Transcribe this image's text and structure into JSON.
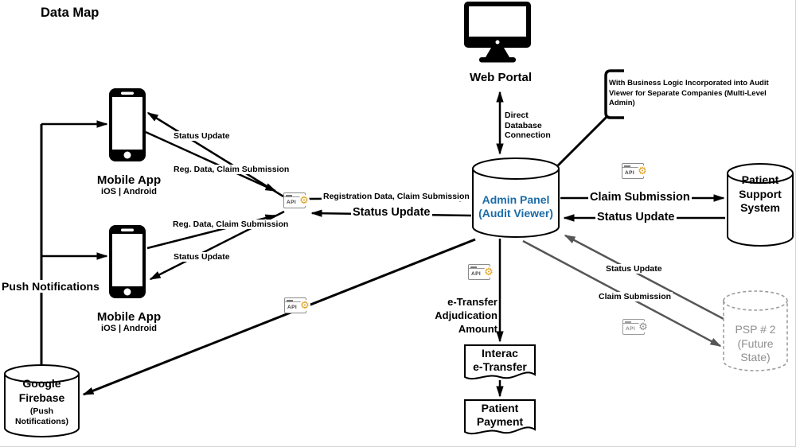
{
  "title": "Data Map",
  "colors": {
    "accent_blue": "#1b6ca8",
    "connector_black": "#000000",
    "connector_gray": "#565656",
    "future_gray": "#8f8f8f",
    "gear_orange": "#dfa022"
  },
  "icons": {
    "gear_glyph": "⚙"
  },
  "api_icon": {
    "label": "API"
  },
  "nodes": {
    "web_portal": {
      "label": "Web Portal"
    },
    "mobile_app_top": {
      "label": "Mobile App",
      "sublabel": "iOS | Android"
    },
    "mobile_app_bottom": {
      "label": "Mobile App",
      "sublabel": "iOS | Android"
    },
    "admin_panel": {
      "label": "Admin Panel\n(Audit Viewer)"
    },
    "patient_support_system": {
      "label": "Patient\nSupport\nSystem"
    },
    "psp2": {
      "label": "PSP # 2\n(Future\nState)"
    },
    "google_firebase": {
      "label": "Google\nFirebase",
      "sublabel": "(Push\nNotifications)"
    },
    "interac_etransfer": {
      "label": "Interac\ne-Transfer"
    },
    "patient_payment": {
      "label": "Patient\nPayment"
    }
  },
  "note": {
    "text": "With Business Logic Incorporated into Audit Viewer for Separate Companies (Multi-Level Admin)"
  },
  "edges": {
    "status_update_phone1": "Status Update",
    "reg_data_phone1": "Reg. Data, Claim Submission",
    "reg_data_phone2": "Reg. Data, Claim Submission",
    "status_update_phone2": "Status Update",
    "registration_data": "Registration Data, Claim Submission",
    "status_update_api": "Status Update",
    "direct_db": "Direct\nDatabase\nConnection",
    "claim_submission_pss": "Claim Submission",
    "status_update_pss": "Status Update",
    "status_update_psp": "Status Update",
    "claim_submission_psp": "Claim Submission",
    "etransfer_adjudication": "e-Transfer\nAdjudication\nAmount",
    "push_notifications": "Push Notifications"
  }
}
